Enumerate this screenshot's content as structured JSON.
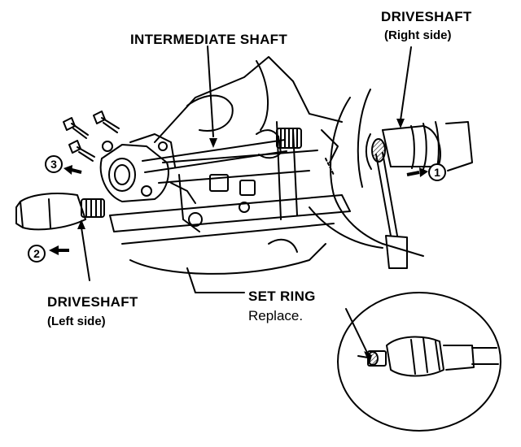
{
  "labels": {
    "intermediate_shaft": "INTERMEDIATE SHAFT",
    "driveshaft_right": "DRIVESHAFT",
    "driveshaft_right_sub": "(Right side)",
    "driveshaft_left": "DRIVESHAFT",
    "driveshaft_left_sub": "(Left side)",
    "set_ring": "SET RING",
    "set_ring_note": "Replace."
  },
  "steps": {
    "step1": "1",
    "step2": "2",
    "step3": "3"
  }
}
